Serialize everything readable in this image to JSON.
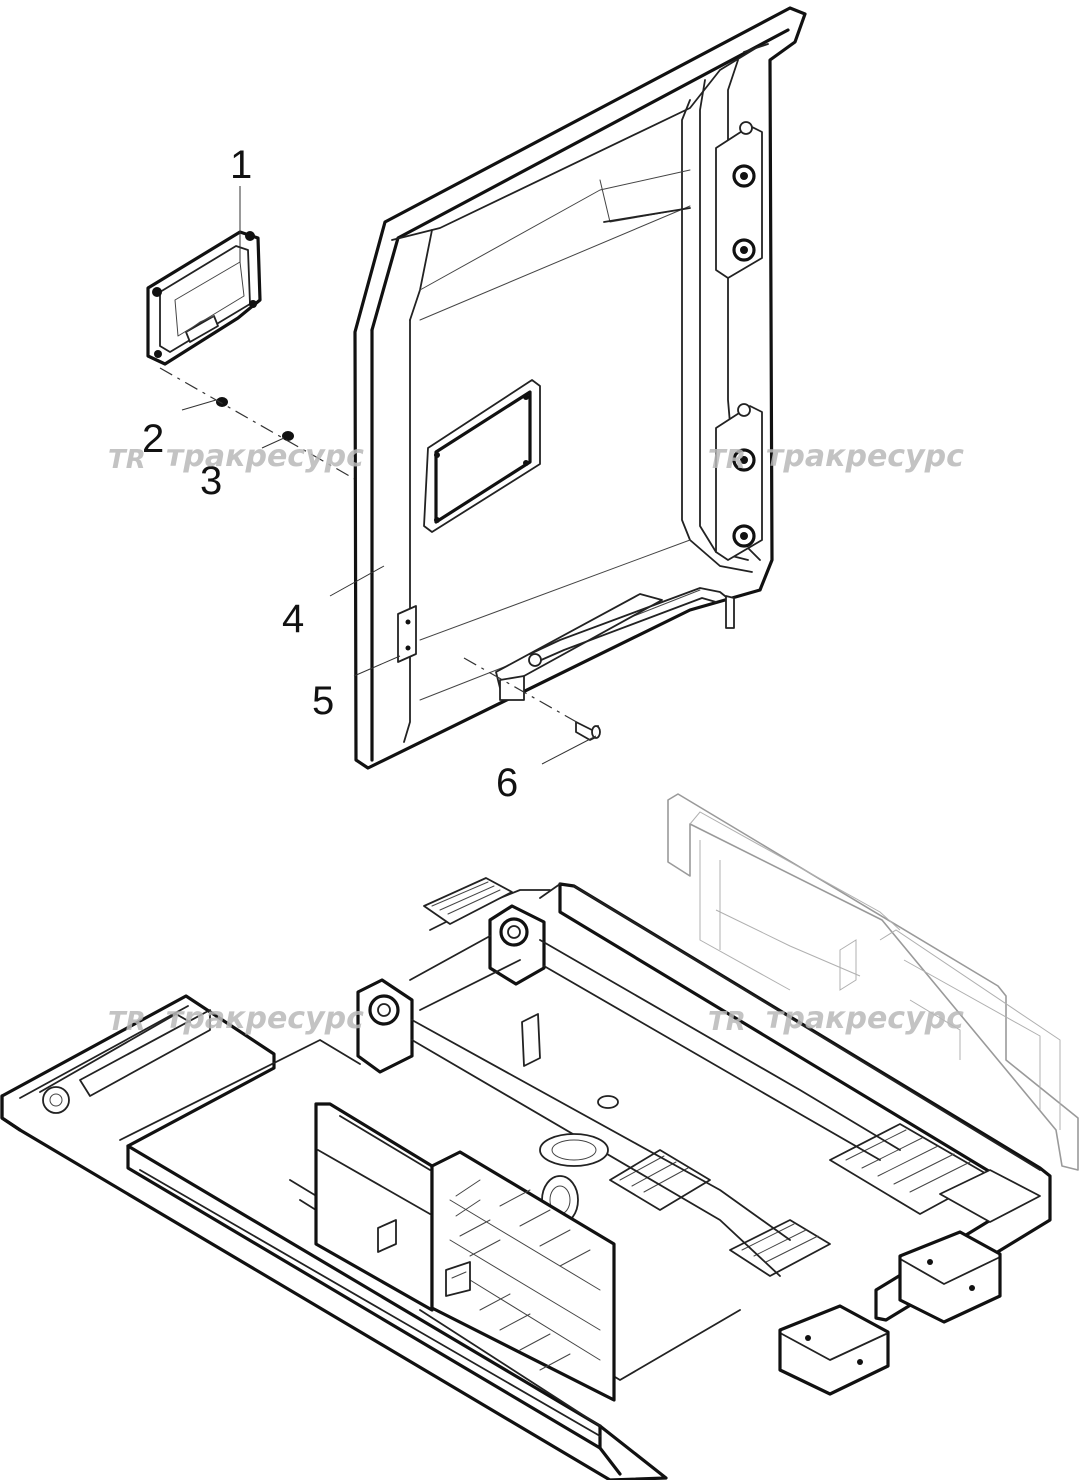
{
  "callouts": [
    {
      "id": "1",
      "label": "1"
    },
    {
      "id": "2",
      "label": "2"
    },
    {
      "id": "3",
      "label": "3"
    },
    {
      "id": "4",
      "label": "4"
    },
    {
      "id": "5",
      "label": "5"
    },
    {
      "id": "6",
      "label": "6"
    }
  ],
  "watermark": {
    "logo": "TR",
    "text": "тракресурс"
  }
}
